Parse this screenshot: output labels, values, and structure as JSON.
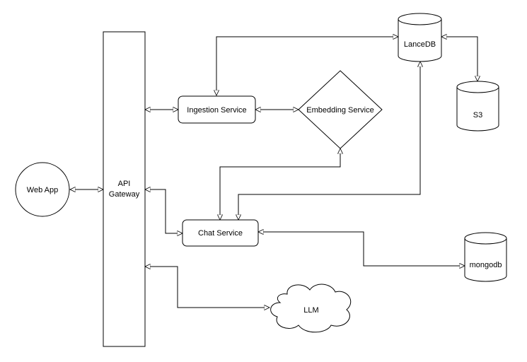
{
  "nodes": {
    "api_gateway": {
      "label_line1": "API",
      "label_line2": "Gateway"
    },
    "web_app": {
      "label": "Web App"
    },
    "ingestion_service": {
      "label": "Ingestion Service"
    },
    "embedding_service": {
      "label": "Embedding Service"
    },
    "chat_service": {
      "label": "Chat Service"
    },
    "lancedb": {
      "label": "LanceDB"
    },
    "s3": {
      "label": "S3"
    },
    "mongodb": {
      "label": "mongodb"
    },
    "llm": {
      "label": "LLM"
    }
  },
  "edges": [
    {
      "id": "webapp-gateway",
      "from": "Web App",
      "to": "API Gateway",
      "direction": "both"
    },
    {
      "id": "gateway-ingestion",
      "from": "API Gateway",
      "to": "Ingestion Service",
      "direction": "both"
    },
    {
      "id": "ingestion-embedding",
      "from": "Ingestion Service",
      "to": "Embedding Service",
      "direction": "both"
    },
    {
      "id": "ingestion-lancedb",
      "from": "Ingestion Service",
      "to": "LanceDB",
      "direction": "both"
    },
    {
      "id": "lancedb-s3",
      "from": "LanceDB",
      "to": "S3",
      "direction": "both"
    },
    {
      "id": "embedding-chat",
      "from": "Embedding Service",
      "to": "Chat Service",
      "direction": "both"
    },
    {
      "id": "lancedb-chat",
      "from": "LanceDB",
      "to": "Chat Service",
      "direction": "both"
    },
    {
      "id": "gateway-chat",
      "from": "API Gateway",
      "to": "Chat Service",
      "direction": "both"
    },
    {
      "id": "chat-mongodb",
      "from": "Chat Service",
      "to": "mongodb",
      "direction": "both"
    },
    {
      "id": "gateway-llm",
      "from": "API Gateway",
      "to": "LLM",
      "direction": "both"
    }
  ]
}
